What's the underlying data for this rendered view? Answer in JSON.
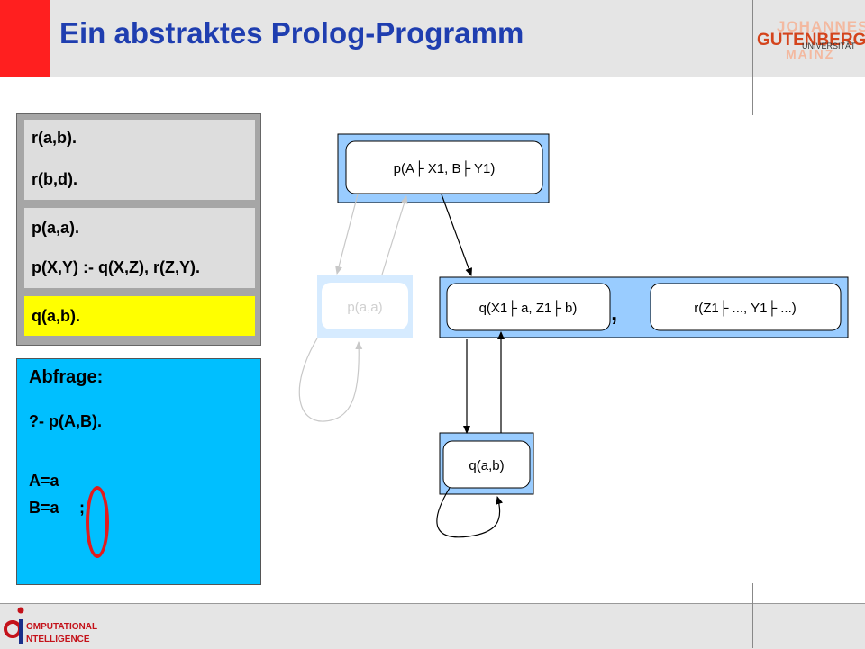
{
  "header": {
    "title": "Ein abstraktes Prolog-Programm",
    "logo_top": "JOHANNES",
    "logo_main": "GUTENBERG",
    "logo_sub": "UNIVERSITÄT",
    "logo_bottom": "MAINZ"
  },
  "footer": {
    "logo_line1": "OMPUTATIONAL",
    "logo_line2": "NTELLIGENCE",
    "logo_letters": "ci"
  },
  "program": {
    "facts_r": [
      "r(a,b).",
      "r(b,d)."
    ],
    "facts_p": [
      "p(a,a).",
      "p(X,Y) :- q(X,Z), r(Z,Y)."
    ],
    "fact_q": "q(a,b)."
  },
  "query": {
    "heading": "Abfrage:",
    "line": "?-  p(A,B).",
    "answer_a": "A=a",
    "answer_b": "B=a",
    "semicolon": ";"
  },
  "tree": {
    "root": "p(A├ X1, B├ Y1)",
    "alt_pa": "p(a,a)",
    "goal_q": "q(X1├ a, Z1├ b)",
    "separator": ",",
    "goal_r": "r(Z1├ ..., Y1├ ...)",
    "leaf_q": "q(a,b)"
  },
  "colors": {
    "accent_red": "#ff1f1f",
    "title_blue": "#1f3eb0",
    "query_panel": "#00bfff",
    "tree_box": "#99ccff",
    "highlight_yellow": "#ffff00",
    "circle_red": "#e21b1b"
  }
}
